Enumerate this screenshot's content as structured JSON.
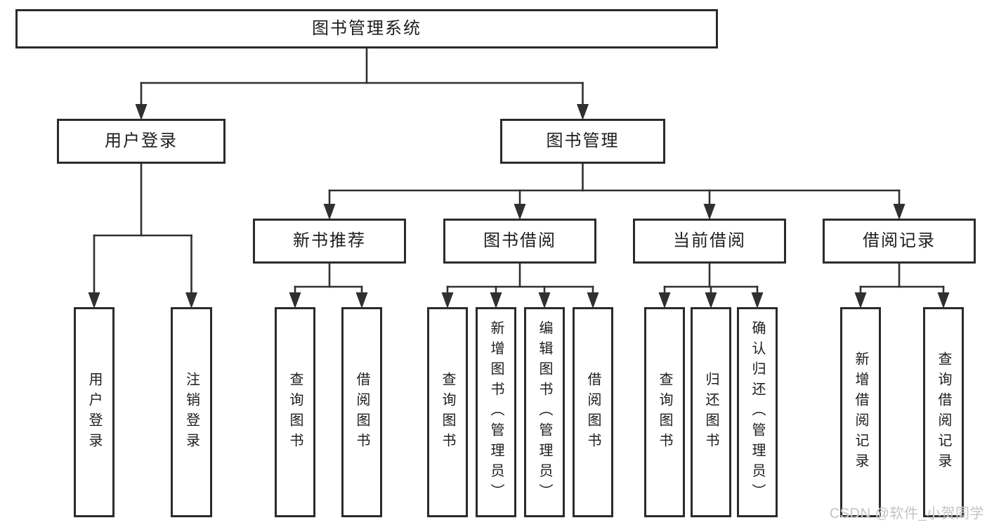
{
  "diagram_type": "hierarchy-tree",
  "colors": {
    "line": "#303030",
    "box_border": "#2b2b2b",
    "text": "#1d1d1d",
    "watermark": "#c4c4c4",
    "background": "#ffffff"
  },
  "watermark": {
    "text": "CSDN @软件_小贺同学"
  },
  "tree": {
    "id": "root",
    "label": "图书管理系统",
    "children": [
      {
        "id": "user-login",
        "label": "用户登录",
        "children": [
          {
            "id": "leaf-user-login",
            "label": "用户登录"
          },
          {
            "id": "leaf-logout",
            "label": "注销登录"
          }
        ]
      },
      {
        "id": "book-management",
        "label": "图书管理",
        "children": [
          {
            "id": "new-book-recommend",
            "label": "新书推荐",
            "children": [
              {
                "id": "nr-query-books",
                "label": "查询图书"
              },
              {
                "id": "nr-borrow-books",
                "label": "借阅图书"
              }
            ]
          },
          {
            "id": "book-borrowing",
            "label": "图书借阅",
            "children": [
              {
                "id": "bb-query-books",
                "label": "查询图书"
              },
              {
                "id": "bb-add-books",
                "label": "新增图书（管理员）"
              },
              {
                "id": "bb-edit-books",
                "label": "编辑图书（管理员）"
              },
              {
                "id": "bb-borrow-books",
                "label": "借阅图书"
              }
            ]
          },
          {
            "id": "current-borrowing",
            "label": "当前借阅",
            "children": [
              {
                "id": "cb-query-books",
                "label": "查询图书"
              },
              {
                "id": "cb-return-books",
                "label": "归还图书"
              },
              {
                "id": "cb-confirm-return",
                "label": "确认归还（管理员）"
              }
            ]
          },
          {
            "id": "borrow-records",
            "label": "借阅记录",
            "children": [
              {
                "id": "br-add-record",
                "label": "新增借阅记录"
              },
              {
                "id": "br-query-record",
                "label": "查询借阅记录"
              }
            ]
          }
        ]
      }
    ]
  }
}
